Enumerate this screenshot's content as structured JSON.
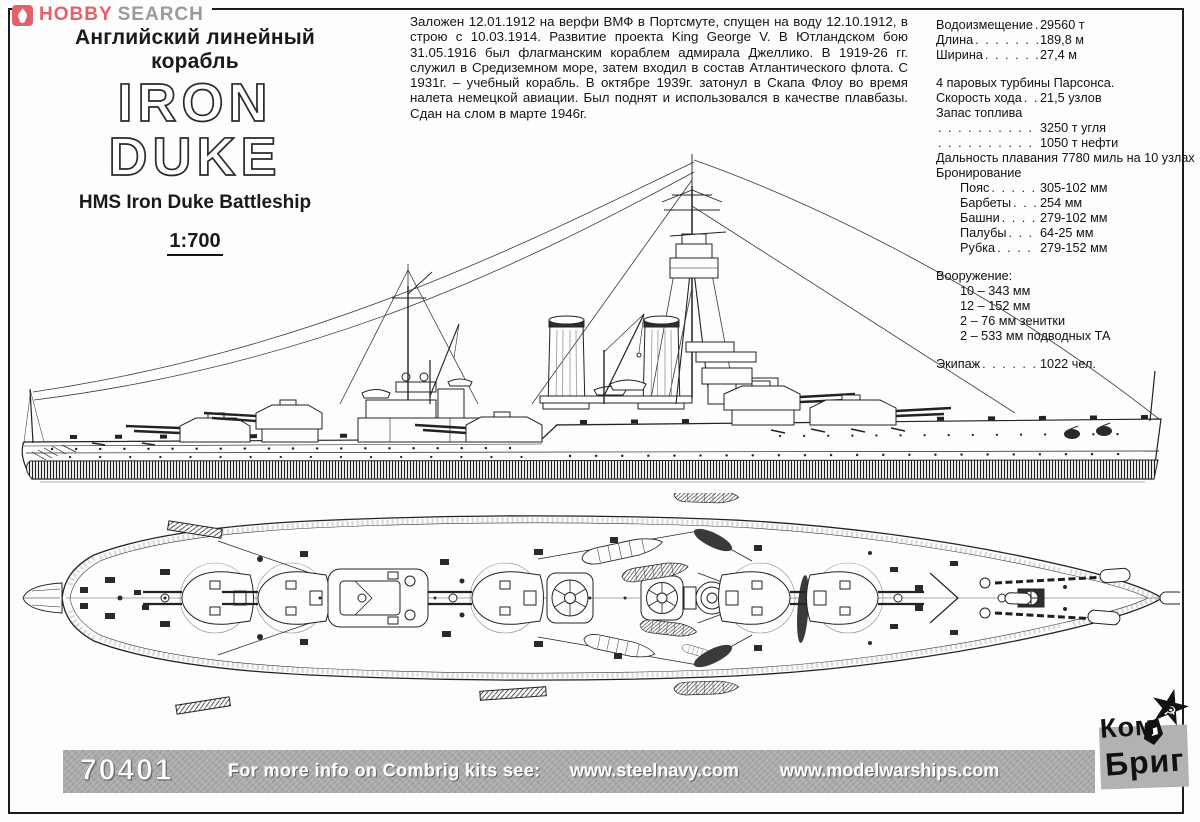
{
  "watermark": {
    "brand_primary": "HOBBY",
    "brand_secondary": "SEARCH",
    "icon": "flame-icon"
  },
  "title_block": {
    "subtitle_ru": "Английский линейный корабль",
    "title": "IRON DUKE",
    "subtitle_en": "HMS Iron Duke Battleship",
    "scale": "1:700"
  },
  "description": "Заложен 12.01.1912 на верфи ВМФ в Портсмуте, спущен на воду 12.10.1912, в строю с 10.03.1914. Развитие проекта King George V.  В Ютландском бою 31.05.1916 был флагманским кораблем адмирала Джеллико. В 1919-26 гг. служил в Средиземном море, затем входил в состав Атлантического флота. С 1931г. – учебный корабль. В октябре 1939г. затонул в Скапа Флоу во время налета немецкой авиации. Был поднят и использовался в качестве плавбазы. Сдан на слом в марте 1946г.",
  "specs": {
    "rows": [
      {
        "label": "Водоизмещение",
        "value": "29560 т"
      },
      {
        "label": "Длина",
        "value": "189,8 м"
      },
      {
        "label": "Ширина",
        "value": "27,4 м"
      },
      {
        "gap": true
      },
      {
        "text": "4 паровых турбины Парсонса."
      },
      {
        "label": "Скорость хода",
        "value": "21,5 узлов"
      },
      {
        "text": "Запас топлива"
      },
      {
        "label": "",
        "value": "3250 т угля"
      },
      {
        "label": "",
        "value": "1050 т нефти"
      },
      {
        "text": "Дальность плавания 7780 миль на 10 узлах"
      },
      {
        "text": "Бронирование"
      },
      {
        "label": "Пояс",
        "value": "305-102 мм",
        "indent": true
      },
      {
        "label": "Барбеты",
        "value": "254 мм",
        "indent": true
      },
      {
        "label": "Башни",
        "value": "279-102 мм",
        "indent": true
      },
      {
        "label": "Палубы",
        "value": "64-25 мм",
        "indent": true
      },
      {
        "label": "Рубка",
        "value": "279-152 мм",
        "indent": true
      },
      {
        "gap": true
      },
      {
        "text": "Вооружение:"
      },
      {
        "text": "10 – 343 мм",
        "indent": true
      },
      {
        "text": "12 – 152 мм",
        "indent": true
      },
      {
        "text": "2 – 76 мм  зенитки",
        "indent": true
      },
      {
        "text": "2 – 533 мм подводных ТА",
        "indent": true
      },
      {
        "gap": true
      },
      {
        "label": "Экипаж",
        "value": "1022 чел."
      }
    ]
  },
  "drawings": {
    "side_profile": "side-profile-line-drawing",
    "top_plan": "deck-plan-line-drawing"
  },
  "footer": {
    "kit_number": "70401",
    "info_text": "For more info on Combrig kits see:",
    "site1": "www.steelnavy.com",
    "site2": "www.modelwarships.com"
  },
  "kombrig_logo": {
    "line1": "Ком",
    "line2": "Бриг",
    "star_icon": "soviet-star-icon",
    "hammer_sickle": "☭"
  },
  "colors": {
    "accent_red": "#e4606a",
    "logo_gray": "#9a9a9a",
    "bar_gray": "#a9a9a9",
    "ink": "#1a1a1a"
  }
}
